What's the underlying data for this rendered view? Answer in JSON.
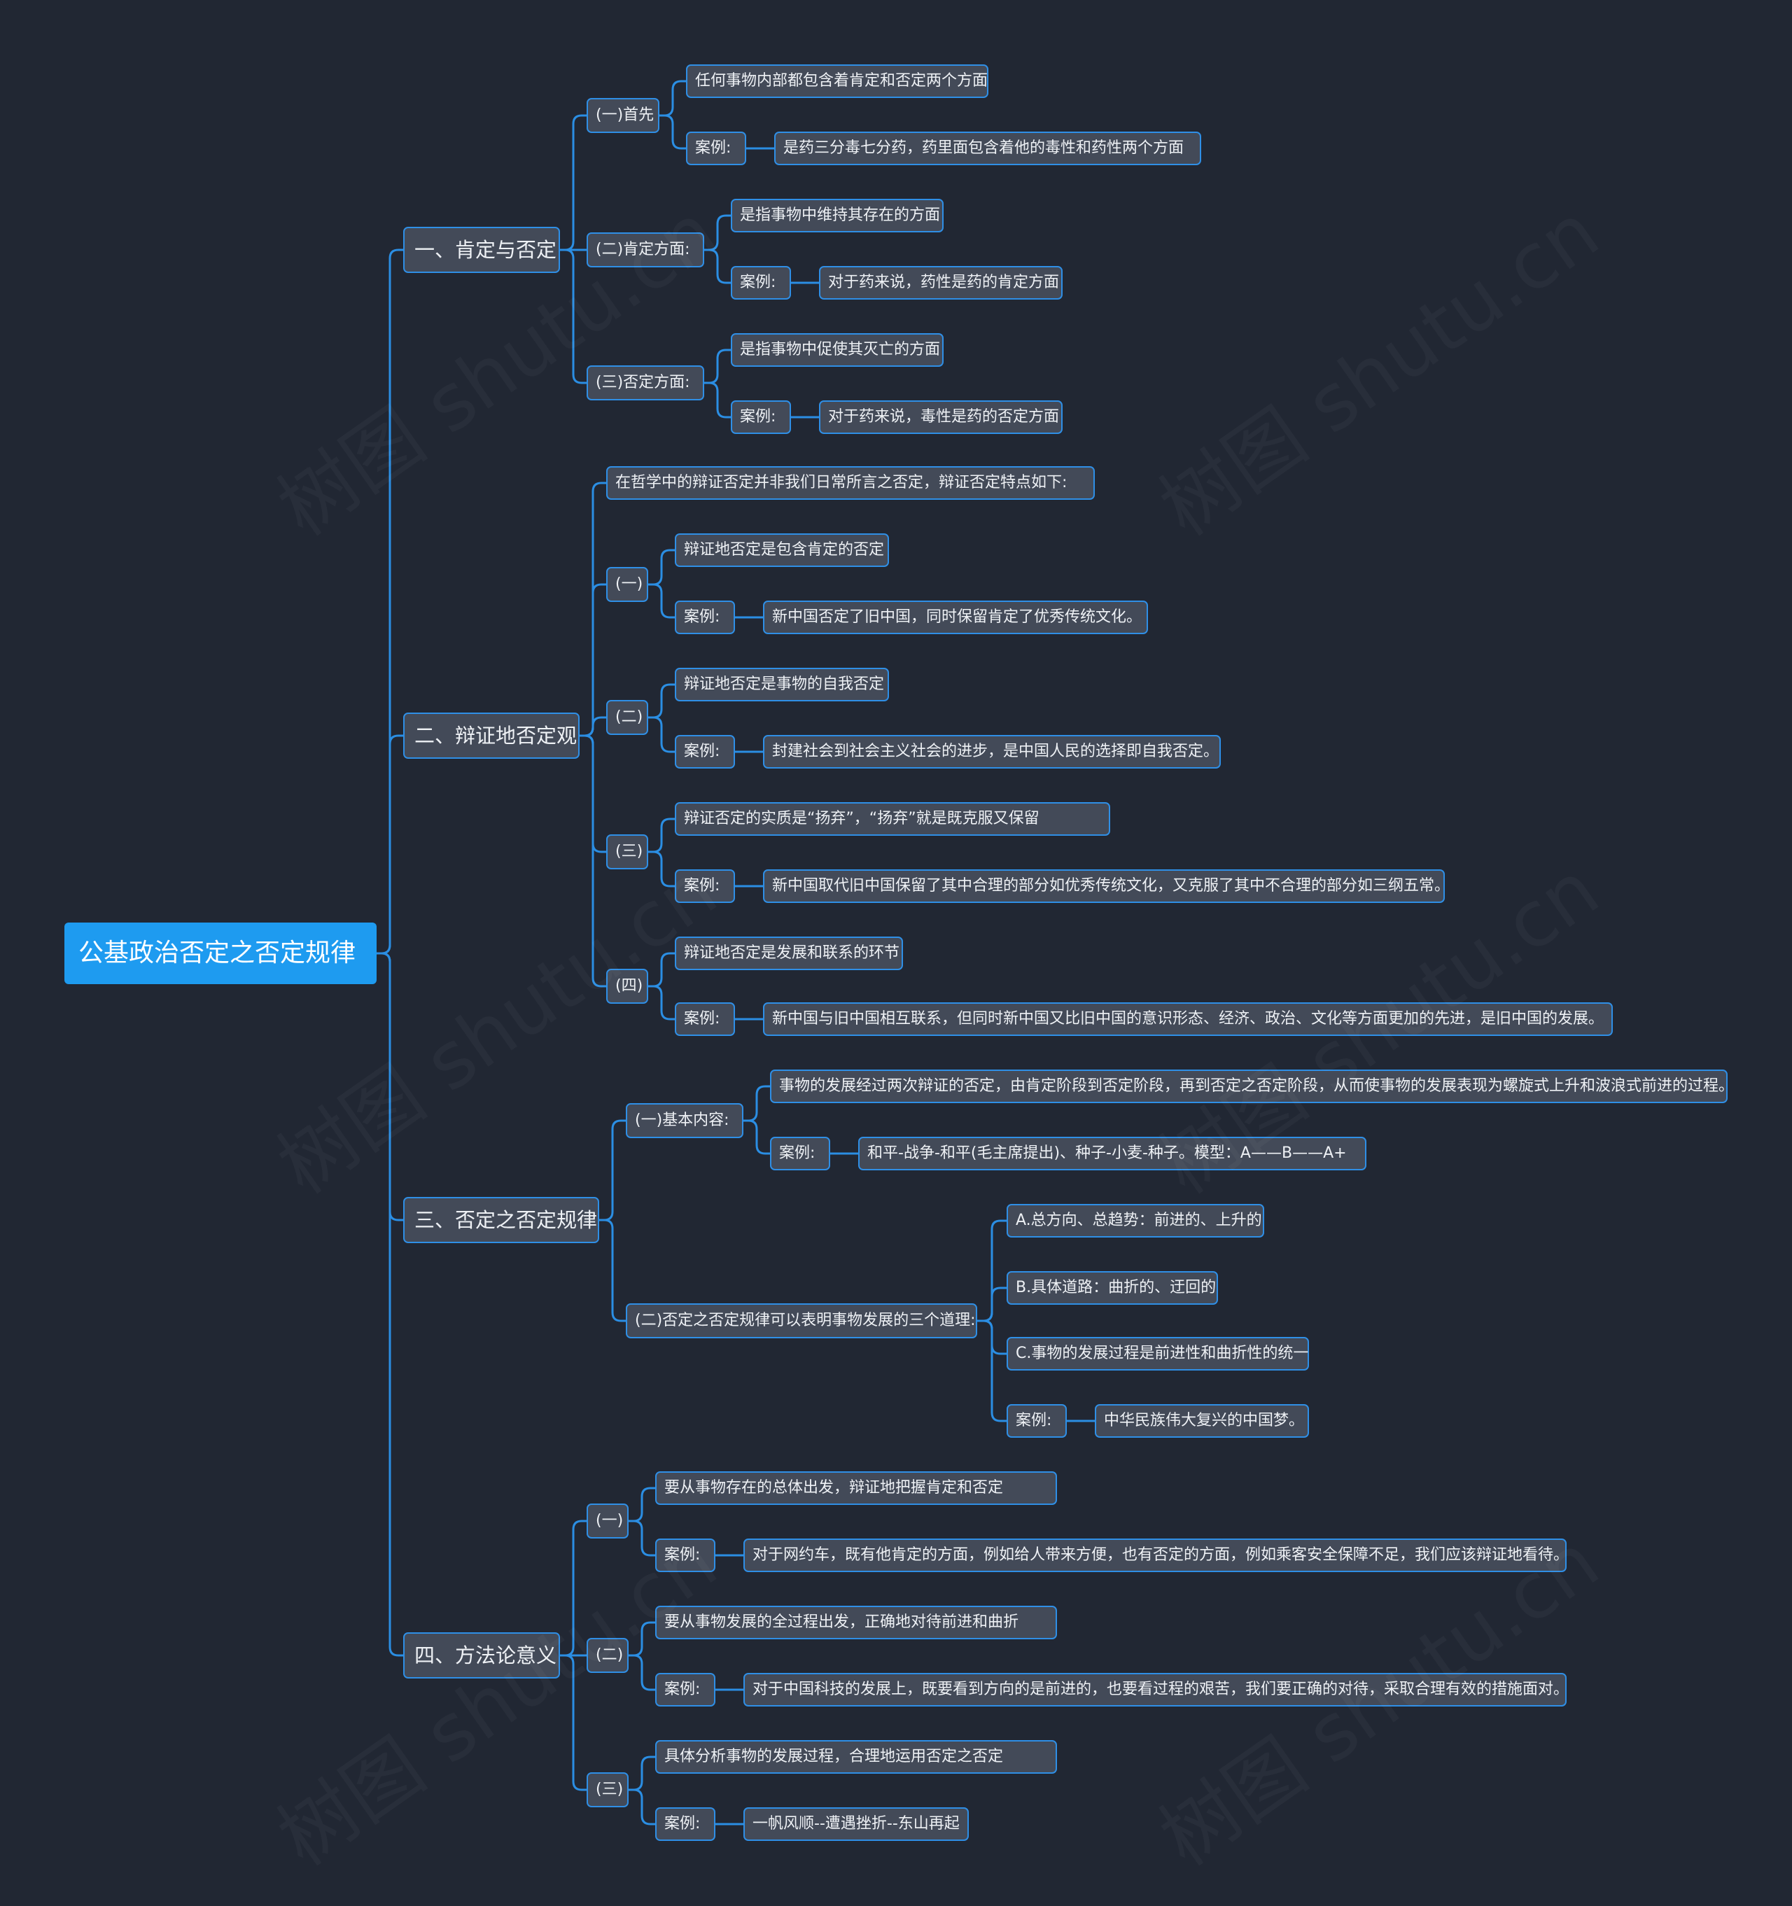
{
  "root": "公基政治否定之否定规律",
  "watermark": "树图 shutu.cn",
  "colors": {
    "background": "#212733",
    "node": "#434a58",
    "border": "#2f8fe6",
    "root": "#1e9bf0",
    "line": "#2b8ee3"
  },
  "nodes": {
    "s1": "一、肯定与否定",
    "s1a": "(一)首先",
    "s1a1": "任何事物内部都包含着肯定和否定两个方面",
    "s1a2": "案例:",
    "s1a2v": "是药三分毒七分药，药里面包含着他的毒性和药性两个方面",
    "s1b": "(二)肯定方面:",
    "s1b1": "是指事物中维持其存在的方面",
    "s1b2": "案例:",
    "s1b2v": "对于药来说，药性是药的肯定方面",
    "s1c": "(三)否定方面:",
    "s1c1": "是指事物中促使其灭亡的方面",
    "s1c2": "案例:",
    "s1c2v": "对于药来说，毒性是药的否定方面",
    "s2": "二、辩证地否定观",
    "s2i": "在哲学中的辩证否定并非我们日常所言之否定，辩证否定特点如下:",
    "s2a": "(一)",
    "s2a1": "辩证地否定是包含肯定的否定",
    "s2a2": "案例:",
    "s2a2v": "新中国否定了旧中国，同时保留肯定了优秀传统文化。",
    "s2b": "(二)",
    "s2b1": "辩证地否定是事物的自我否定",
    "s2b2": "案例:",
    "s2b2v": "封建社会到社会主义社会的进步，是中国人民的选择即自我否定。",
    "s2c": "(三)",
    "s2c1": "辩证否定的实质是“扬弃”，“扬弃”就是既克服又保留",
    "s2c2": "案例:",
    "s2c2v": "新中国取代旧中国保留了其中合理的部分如优秀传统文化，又克服了其中不合理的部分如三纲五常。",
    "s2d": "(四)",
    "s2d1": "辩证地否定是发展和联系的环节",
    "s2d2": "案例:",
    "s2d2v": "新中国与旧中国相互联系，但同时新中国又比旧中国的意识形态、经济、政治、文化等方面更加的先进，是旧中国的发展。",
    "s3": "三、否定之否定规律",
    "s3a": "(一)基本内容:",
    "s3a1": "事物的发展经过两次辩证的否定，由肯定阶段到否定阶段，再到否定之否定阶段，从而使事物的发展表现为螺旋式上升和波浪式前进的过程。",
    "s3a2": "案例:",
    "s3a2v": "和平-战争-和平(毛主席提出)、种子-小麦-种子。模型：A——B——A+",
    "s3b": "(二)否定之否定规律可以表明事物发展的三个道理:",
    "s3b1": "A.总方向、总趋势：前进的、上升的",
    "s3b2": "B.具体道路：曲折的、迂回的",
    "s3b3": "C.事物的发展过程是前进性和曲折性的统一",
    "s3b4": "案例:",
    "s3b4v": "中华民族伟大复兴的中国梦。",
    "s4": "四、方法论意义",
    "s4a": "(一)",
    "s4a1": "要从事物存在的总体出发，辩证地把握肯定和否定",
    "s4a2": "案例:",
    "s4a2v": "对于网约车，既有他肯定的方面，例如给人带来方便，也有否定的方面，例如乘客安全保障不足，我们应该辩证地看待。",
    "s4b": "(二)",
    "s4b1": "要从事物发展的全过程出发，正确地对待前进和曲折",
    "s4b2": "案例:",
    "s4b2v": "对于中国科技的发展上，既要看到方向的是前进的，也要看过程的艰苦，我们要正确的对待，采取合理有效的措施面对。",
    "s4c": "(三)",
    "s4c1": "具体分析事物的发展过程，合理地运用否定之否定",
    "s4c2": "案例:",
    "s4c2v": "一帆风顺--遭遇挫折--东山再起"
  }
}
